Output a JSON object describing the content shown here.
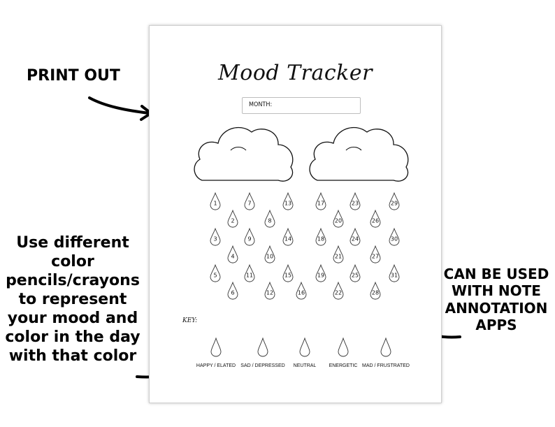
{
  "callouts": {
    "print_out": "PRINT OUT",
    "use_different": "Use different color pencils/crayons to represent your mood and color in the day with that color",
    "can_be_used": "CAN BE USED WITH NOTE ANNOTATION APPS"
  },
  "tracker": {
    "title": "Mood Tracker",
    "month_label": "MONTH:",
    "key_label": "KEY:",
    "days": [
      {
        "day": "1"
      },
      {
        "day": "2"
      },
      {
        "day": "3"
      },
      {
        "day": "4"
      },
      {
        "day": "5"
      },
      {
        "day": "6"
      },
      {
        "day": "7"
      },
      {
        "day": "8"
      },
      {
        "day": "9"
      },
      {
        "day": "10"
      },
      {
        "day": "11"
      },
      {
        "day": "12"
      },
      {
        "day": "13"
      },
      {
        "day": "14"
      },
      {
        "day": "15"
      },
      {
        "day": "16"
      },
      {
        "day": "17"
      },
      {
        "day": "18"
      },
      {
        "day": "19"
      },
      {
        "day": "20"
      },
      {
        "day": "21"
      },
      {
        "day": "22"
      },
      {
        "day": "23"
      },
      {
        "day": "24"
      },
      {
        "day": "25"
      },
      {
        "day": "26"
      },
      {
        "day": "27"
      },
      {
        "day": "28"
      },
      {
        "day": "29"
      },
      {
        "day": "30"
      },
      {
        "day": "31"
      }
    ],
    "legend": [
      {
        "label": "HAPPY / ELATED"
      },
      {
        "label": "SAD / DEPRESSED"
      },
      {
        "label": "NEUTRAL"
      },
      {
        "label": "ENERGETIC"
      },
      {
        "label": "MAD / FRUSTRATED"
      }
    ]
  }
}
